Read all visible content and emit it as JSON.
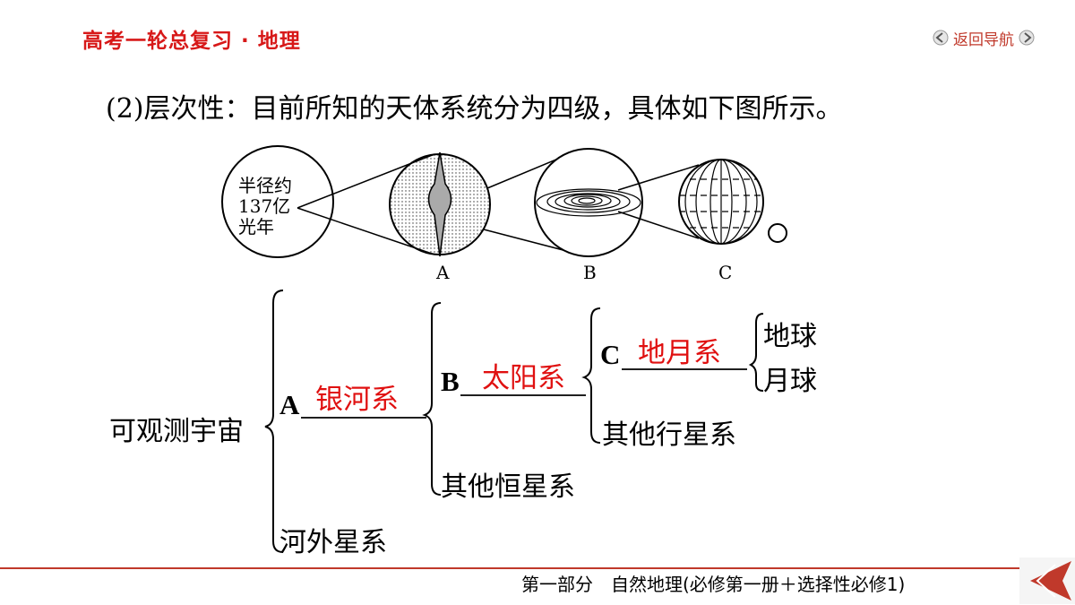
{
  "header": {
    "title": "高考一轮总复习 · 地理",
    "nav_label": "返回导航"
  },
  "intro": "(2)层次性：目前所知的天体系统分为四级，具体如下图所示。",
  "figure": {
    "circle1_lines": [
      "半径约",
      "137亿",
      "光年"
    ],
    "label_a": "A",
    "label_b": "B",
    "label_c": "C"
  },
  "tree": {
    "root": "可观测宇宙",
    "a_letter": "A",
    "a_answer": "银河系",
    "b_letter": "B",
    "b_answer": "太阳系",
    "c_letter": "C",
    "c_answer": "地月系",
    "earth": "地球",
    "moon": "月球",
    "other_planets": "其他行星系",
    "other_stars": "其他恒星系",
    "extragalactic": "河外星系"
  },
  "footer": {
    "text": "第一部分　自然地理(必修第一册＋选择性必修1)"
  },
  "colors": {
    "accent_red": "#d71818",
    "answer_red": "#e01010",
    "footer_line": "#c0392b"
  }
}
